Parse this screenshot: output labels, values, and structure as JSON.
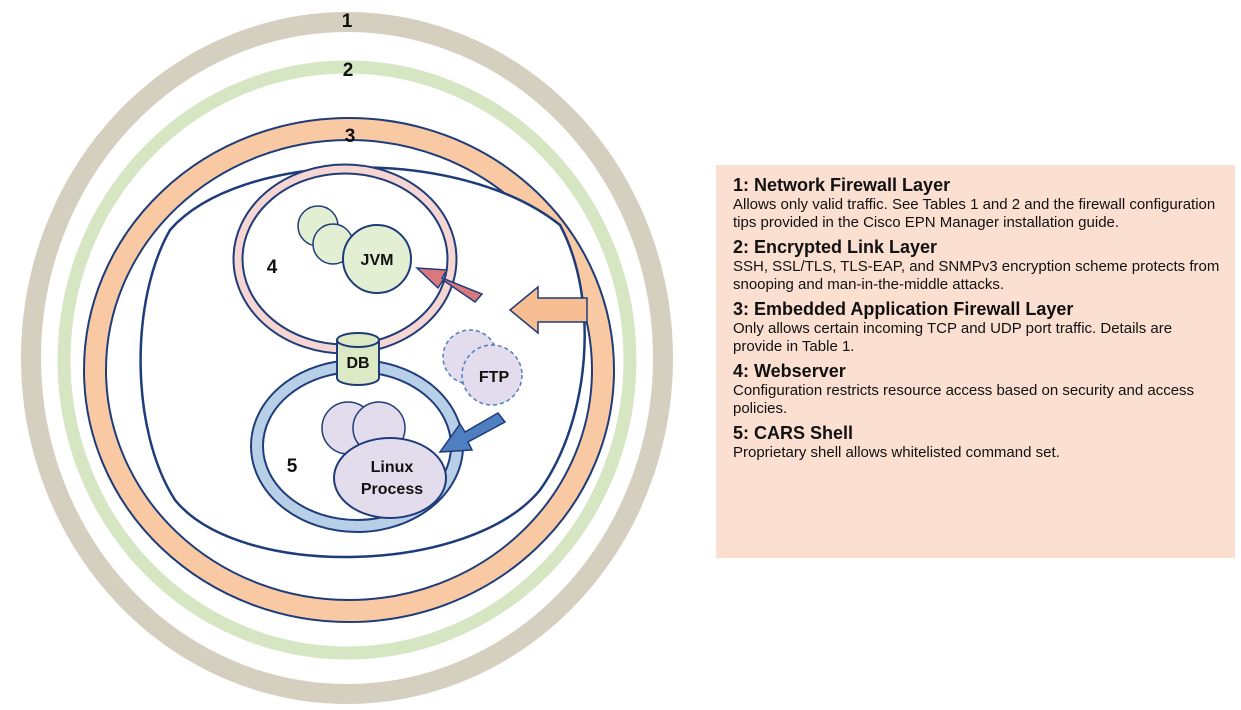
{
  "rings": [
    "1",
    "2",
    "3",
    "4",
    "5"
  ],
  "nodes": {
    "jvm": "JVM",
    "db": "DB",
    "ftp": "FTP",
    "linux_line1": "Linux",
    "linux_line2": "Process"
  },
  "legend": [
    {
      "title": "1: Network Firewall Layer",
      "desc": "Allows only valid traffic. See Tables 1 and 2 and the firewall configuration tips provided in the Cisco EPN Manager installation guide."
    },
    {
      "title": "2: Encrypted Link Layer",
      "desc": "SSH, SSL/TLS, TLS-EAP, and SNMPv3 encryption scheme protects from snooping and man-in-the-middle attacks."
    },
    {
      "title": "3: Embedded Application Firewall Layer",
      "desc": "Only allows certain incoming TCP and UDP port traffic. Details are provide in Table 1."
    },
    {
      "title": "4: Webserver",
      "desc": "Configuration restricts resource access based on security and access policies."
    },
    {
      "title": "5: CARS Shell",
      "desc": "Proprietary shell allows whitelisted command set."
    }
  ],
  "colors": {
    "ring1": "#d4cfbf",
    "ring2": "#d6e6c3",
    "ring3": "#f9c9a4",
    "ring4": "#f6d6d3",
    "ring5": "#b8cfe8",
    "outline": "#1f3c7a",
    "legend_bg": "#fbdfd1",
    "arrow_orange": "#f6be92",
    "arrow_red": "#d9787e",
    "arrow_blue": "#4f7fc0",
    "jvm_fill": "#e3efd3",
    "linux_fill": "#e2dcec",
    "db_fill": "#dbe9c4"
  }
}
